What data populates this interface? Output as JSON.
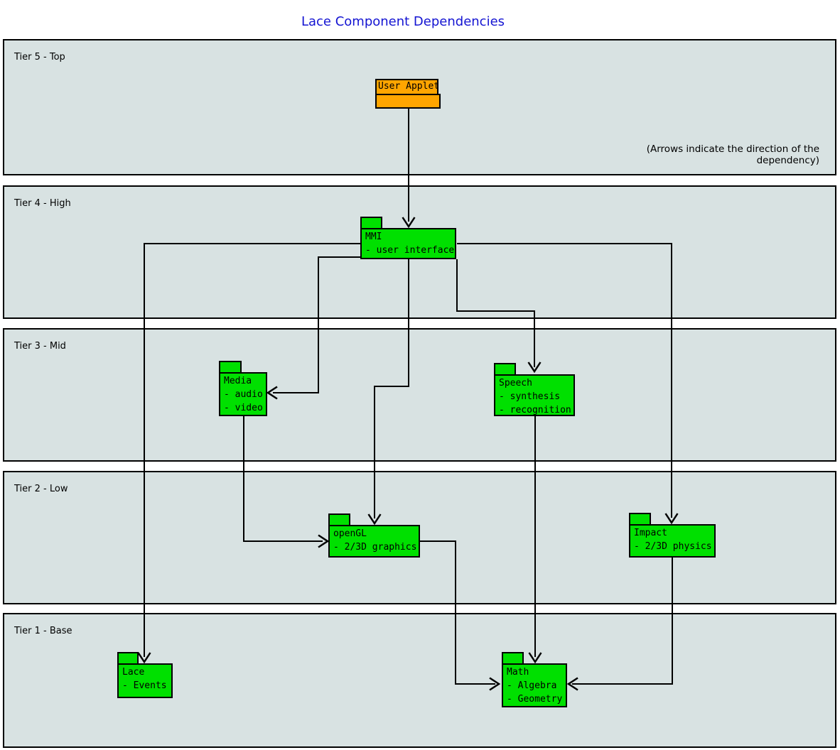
{
  "title": "Lace Component Dependencies",
  "note": "(Arrows indicate the direction of the dependency)",
  "colors": {
    "title_blue": "#1414d2",
    "node_green": "#00e000",
    "node_orange": "#ffa500",
    "tier_fill": "#d8e2e2",
    "line_black": "#000000"
  },
  "tiers": [
    {
      "label": "Tier 5 - Top"
    },
    {
      "label": "Tier 4 - High"
    },
    {
      "label": "Tier 3 - Mid"
    },
    {
      "label": "Tier 2 - Low"
    },
    {
      "label": "Tier 1 - Base"
    }
  ],
  "nodes": {
    "user_applet": {
      "label": "User Applet"
    },
    "mmi": {
      "name": "MMI",
      "items": [
        "- user interface"
      ]
    },
    "media": {
      "name": "Media",
      "items": [
        "- audio",
        "- video"
      ]
    },
    "speech": {
      "name": "Speech",
      "items": [
        "- synthesis",
        "- recognition"
      ]
    },
    "opengl": {
      "name": "openGL",
      "items": [
        "- 2/3D graphics"
      ]
    },
    "impact": {
      "name": "Impact",
      "items": [
        "- 2/3D physics"
      ]
    },
    "lace": {
      "name": "Lace",
      "items": [
        "- Events"
      ]
    },
    "math": {
      "name": "Math",
      "items": [
        "- Algebra",
        "- Geometry"
      ]
    }
  },
  "edges": [
    {
      "from": "User Applet",
      "to": "MMI"
    },
    {
      "from": "MMI",
      "to": "Lace"
    },
    {
      "from": "MMI",
      "to": "Media"
    },
    {
      "from": "MMI",
      "to": "openGL"
    },
    {
      "from": "MMI",
      "to": "Speech"
    },
    {
      "from": "MMI",
      "to": "Impact"
    },
    {
      "from": "Media",
      "to": "openGL"
    },
    {
      "from": "Speech",
      "to": "Math"
    },
    {
      "from": "openGL",
      "to": "Math"
    },
    {
      "from": "Impact",
      "to": "Math"
    }
  ]
}
